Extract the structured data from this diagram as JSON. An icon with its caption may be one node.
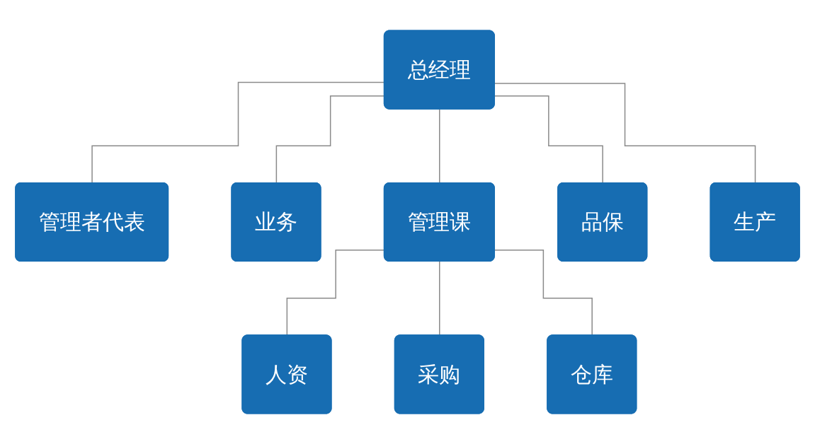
{
  "diagram": {
    "nodes": [
      {
        "text": [
          "总经理"
        ]
      },
      {
        "text": [
          "管理者代表"
        ]
      },
      {
        "text": [
          "业务"
        ]
      },
      {
        "text": [
          "管理课"
        ]
      },
      {
        "text": [
          "品保"
        ]
      },
      {
        "text": [
          "生产"
        ]
      },
      {
        "text": [
          "人资"
        ]
      },
      {
        "text": [
          "采购"
        ]
      },
      {
        "text": [
          "仓库"
        ]
      }
    ],
    "edges": [
      {
        "from": 0,
        "to": 1,
        "arrow": "none"
      },
      {
        "from": 0,
        "to": 2,
        "arrow": "none"
      },
      {
        "from": 0,
        "to": 3,
        "arrow": "none"
      },
      {
        "from": 0,
        "to": 4,
        "arrow": "none"
      },
      {
        "from": 0,
        "to": 5,
        "arrow": "none"
      },
      {
        "from": 3,
        "to": 6,
        "arrow": "none"
      },
      {
        "from": 3,
        "to": 7,
        "arrow": "none"
      },
      {
        "from": 3,
        "to": 8,
        "arrow": "none"
      }
    ]
  }
}
